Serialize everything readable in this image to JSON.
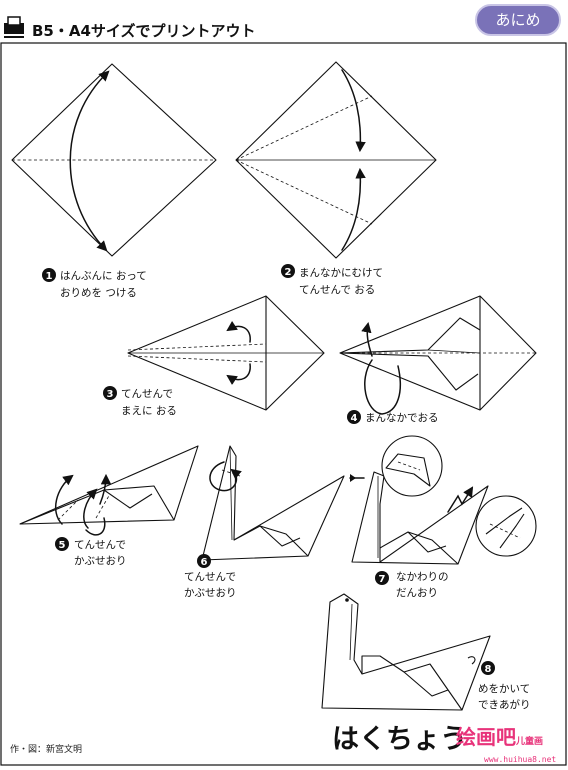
{
  "header": {
    "print_label": "B5・A4サイズでプリントアウト",
    "badge_label": "あにめ",
    "icon": "printer-icon",
    "badge_color": "#7a72b8"
  },
  "steps": [
    {
      "number": "1",
      "lines": [
        "はんぶんに おって",
        "おりめを つける"
      ]
    },
    {
      "number": "2",
      "lines": [
        "まんなかにむけて",
        "てんせんで おる"
      ]
    },
    {
      "number": "3",
      "lines": [
        "てんせんで",
        "まえに おる"
      ]
    },
    {
      "number": "4",
      "lines": [
        "まんなかでおる"
      ]
    },
    {
      "number": "5",
      "lines": [
        "てんせんで",
        "かぶせおり"
      ]
    },
    {
      "number": "6",
      "lines": [
        "てんせんで",
        "かぶせおり"
      ]
    },
    {
      "number": "7",
      "lines": [
        "なかわりの",
        "だんおり"
      ]
    },
    {
      "number": "8",
      "lines": [
        "めをかいて",
        "できあがり"
      ]
    }
  ],
  "credit": "作・図：新宮文明",
  "work_title": "はくちょう",
  "watermark": {
    "main": "绘画吧",
    "sub": "儿童画",
    "url": "www.huihua8.net"
  }
}
